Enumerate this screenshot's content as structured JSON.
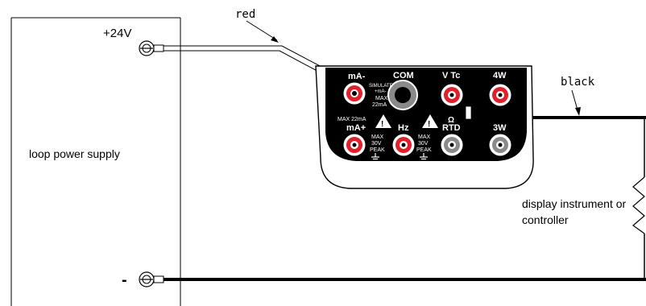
{
  "supply": {
    "label": "loop power supply",
    "plus_label": "+24V",
    "minus_label": "-"
  },
  "wires": {
    "red_label": "red",
    "black_label": "black"
  },
  "load": {
    "label_line1": "display instrument or",
    "label_line2": "controller"
  },
  "meter": {
    "terminals": {
      "ma_minus": "mA-",
      "com": "COM",
      "vtc": "V Tc",
      "fourw": "4W",
      "ma_plus": "mA+",
      "hz": "Hz",
      "rtd": "RTD",
      "threew": "3W"
    },
    "notes": {
      "simulate": "SIMULATE",
      "sim_polarity": "+mA-",
      "max_top": "MAX",
      "max_top_val": "22mA",
      "max_left": "MAX 22mA",
      "max_hz1": "MAX",
      "max_hz2": "30V",
      "max_hz3": "PEAK",
      "max_rtd1": "MAX",
      "max_rtd2": "30V",
      "max_rtd3": "PEAK",
      "omega": "Ω"
    }
  },
  "colors": {
    "terminal_red": "#e0202a",
    "terminal_gray": "#8a8a8a",
    "wire": "#000000"
  }
}
